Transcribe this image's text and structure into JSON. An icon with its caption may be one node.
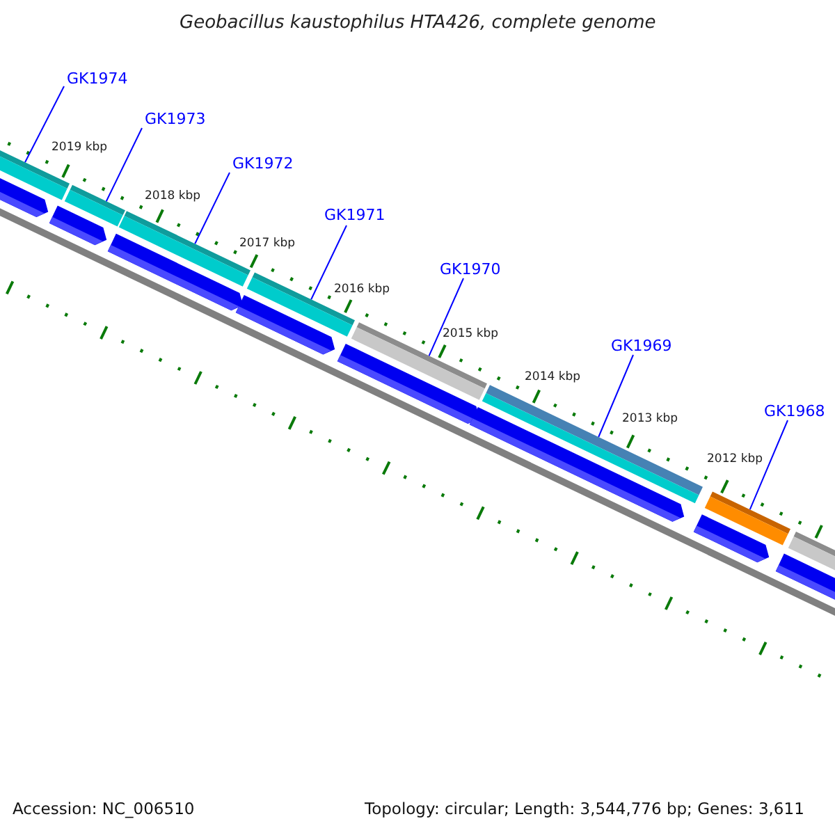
{
  "diagram": {
    "title": "Geobacillus kaustophilus HTA426, complete genome",
    "nodes": [
      {
        "text": [
          "GK1974"
        ]
      },
      {
        "text": [
          "GK1973"
        ]
      },
      {
        "text": [
          "GK1972"
        ]
      },
      {
        "text": [
          "GK1971"
        ]
      },
      {
        "text": [
          "GK1970"
        ]
      },
      {
        "text": [
          "GK1969"
        ]
      },
      {
        "text": [
          "GK1968"
        ]
      },
      {
        "text": [],
        "shape": "bar"
      },
      {
        "text": [],
        "shape": "bar"
      },
      {
        "text": [],
        "shape": "bar"
      },
      {
        "text": [],
        "shape": "bar"
      },
      {
        "text": [],
        "shape": "bar"
      },
      {
        "text": [],
        "shape": "bar"
      },
      {
        "text": [],
        "shape": "bar"
      },
      {
        "text": [],
        "shape": "bar"
      }
    ],
    "edges": [
      {
        "from": 0,
        "to": 7,
        "arrow": "none"
      },
      {
        "from": 1,
        "to": 8,
        "arrow": "none"
      },
      {
        "from": 2,
        "to": 9,
        "arrow": "none"
      },
      {
        "from": 3,
        "to": 10,
        "arrow": "none"
      },
      {
        "from": 4,
        "to": 11,
        "arrow": "none"
      },
      {
        "from": 5,
        "to": 12,
        "arrow": "none"
      },
      {
        "from": 6,
        "to": 13,
        "arrow": "none"
      }
    ],
    "labels": [
      "2019 kbp",
      "2018 kbp",
      "2017 kbp",
      "2016 kbp",
      "2015 kbp",
      "2014 kbp",
      "2013 kbp",
      "2012 kbp",
      "Accession: NC_006510",
      "Topology: circular; Length: 3,544,776 bp; Genes: 3,611"
    ]
  }
}
